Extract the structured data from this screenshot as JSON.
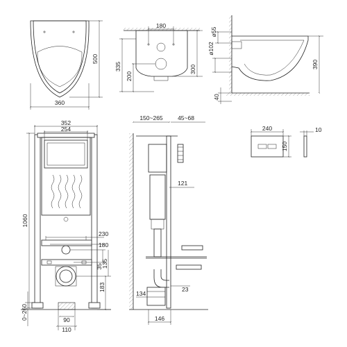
{
  "dimensions": {
    "bowl_top_width": "360",
    "bowl_top_length": "500",
    "bowl_front_width": "180",
    "bowl_front_h335": "335",
    "bowl_front_h200": "200",
    "bowl_front_h300": "300",
    "side_d55": "ø55",
    "side_d102": "ø102",
    "side_h390": "390",
    "side_h40": "40",
    "frame_w352": "352",
    "frame_w254": "254",
    "frame_h1060": "1060",
    "frame_w230": "230",
    "frame_w180": "180",
    "frame_h35": "35",
    "frame_h135": "135",
    "frame_h183": "183",
    "frame_w90": "90",
    "frame_w110": "110",
    "frame_adj": "0~260",
    "section_depth": "150~265",
    "section_d2": "45~68",
    "section_121": "121",
    "section_134": "134",
    "section_23": "23",
    "section_146": "146",
    "plate_w240": "240",
    "plate_h150": "150",
    "plate_d10": "10"
  }
}
